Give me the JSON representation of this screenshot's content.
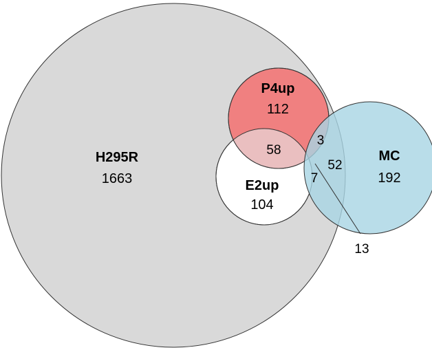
{
  "sets": [
    {
      "id": "h295r",
      "name": "H295R",
      "count": "1663",
      "color": "#d9d9d9"
    },
    {
      "id": "p4up",
      "name": "P4up",
      "count": "112",
      "color": "#f08080"
    },
    {
      "id": "e2up",
      "name": "E2up",
      "count": "104",
      "color": "#ffffff"
    },
    {
      "id": "mc",
      "name": "MC",
      "count": "192",
      "color": "#a8d4e4"
    }
  ],
  "intersections": {
    "p4up_e2up": "58",
    "p4up_mc": "3",
    "e2up_mc": "7",
    "h295r_mc": "52",
    "callout": "13"
  },
  "colors": {
    "outline": "#333333",
    "p4up_e2up_overlap": "#eabfc0"
  }
}
